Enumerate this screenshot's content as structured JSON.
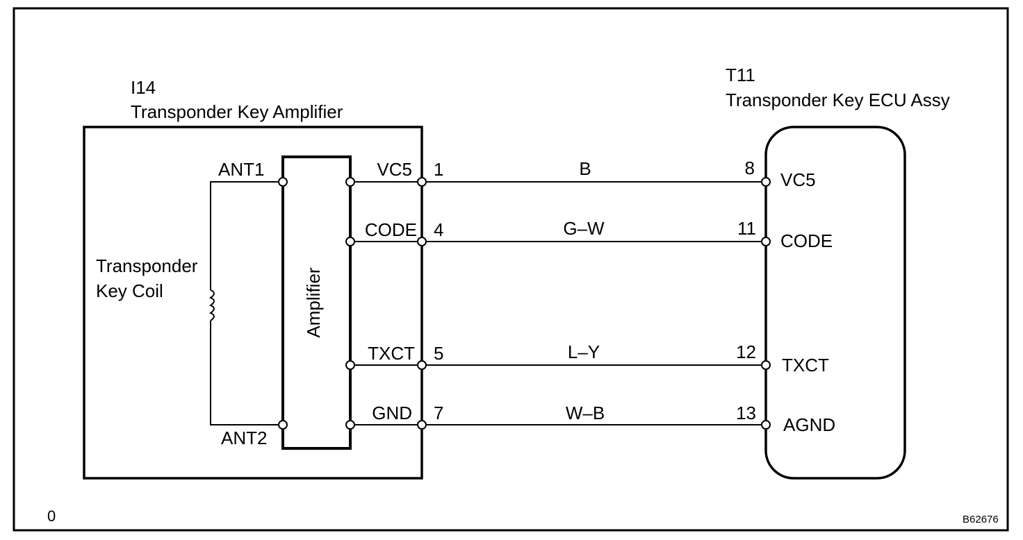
{
  "amplifier_component": {
    "code": "I14",
    "name": "Transponder Key Amplifier",
    "coil_label_line1": "Transponder",
    "coil_label_line2": "Key Coil",
    "block_label": "Amplifier",
    "ant1": "ANT1",
    "ant2": "ANT2",
    "pins": [
      {
        "name": "VC5",
        "number": "1"
      },
      {
        "name": "CODE",
        "number": "4"
      },
      {
        "name": "TXCT",
        "number": "5"
      },
      {
        "name": "GND",
        "number": "7"
      }
    ]
  },
  "ecu_component": {
    "code": "T11",
    "name": "Transponder Key ECU Assy",
    "pins": [
      {
        "name": "VC5",
        "number": "8"
      },
      {
        "name": "CODE",
        "number": "11"
      },
      {
        "name": "TXCT",
        "number": "12"
      },
      {
        "name": "AGND",
        "number": "13"
      }
    ]
  },
  "wires": [
    {
      "color": "B"
    },
    {
      "color": "G–W"
    },
    {
      "color": "L–Y"
    },
    {
      "color": "W–B"
    }
  ],
  "footer": {
    "left_mark": "0",
    "figure_code": "B62676"
  }
}
